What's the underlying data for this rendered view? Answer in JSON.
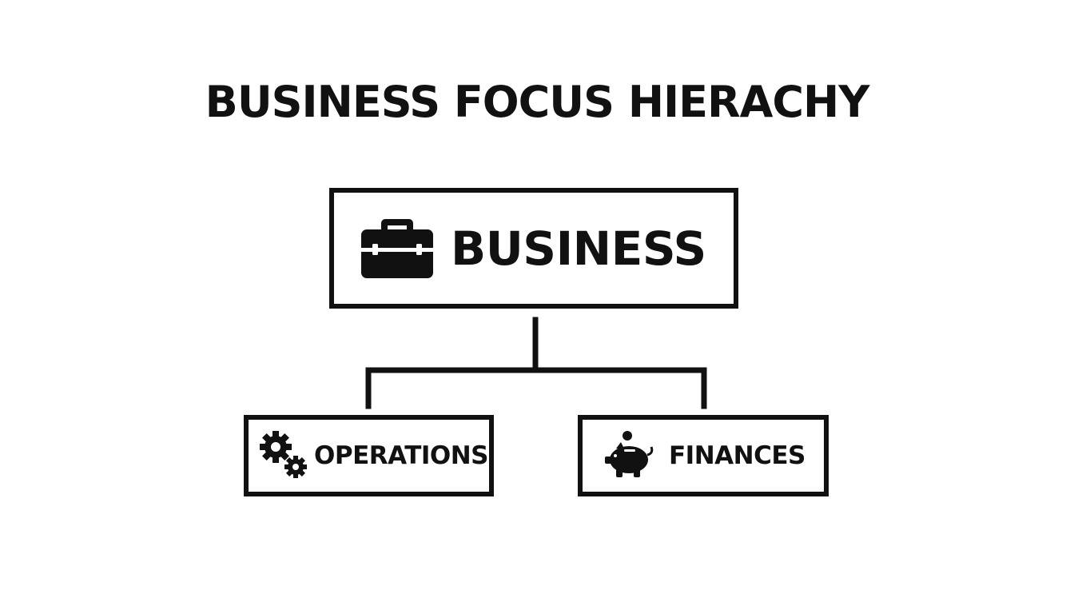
{
  "diagram": {
    "title": "BUSINESS FOCUS HIERACHY",
    "root": {
      "label": "BUSINESS",
      "icon": "briefcase-icon"
    },
    "children": [
      {
        "label": "OPERATIONS",
        "icon": "gears-icon"
      },
      {
        "label": "FINANCES",
        "icon": "piggy-bank-icon"
      }
    ],
    "colors": {
      "stroke": "#111111",
      "background": "#ffffff"
    }
  }
}
